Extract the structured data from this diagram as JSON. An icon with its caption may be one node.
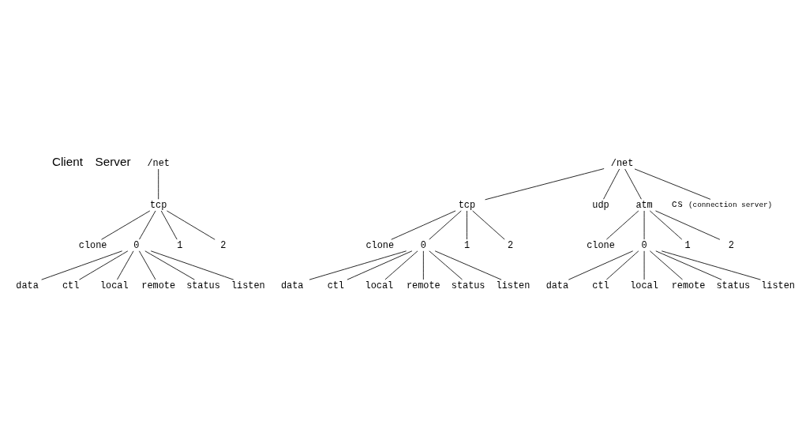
{
  "diagram": {
    "nodes": [
      {
        "text": [
          "/net"
        ]
      },
      {
        "text": [
          "tcp"
        ]
      },
      {
        "text": [
          "clone"
        ]
      },
      {
        "text": [
          "0"
        ]
      },
      {
        "text": [
          "1"
        ]
      },
      {
        "text": [
          "2"
        ]
      },
      {
        "text": [
          "data"
        ]
      },
      {
        "text": [
          "ctl"
        ]
      },
      {
        "text": [
          "local"
        ]
      },
      {
        "text": [
          "remote"
        ]
      },
      {
        "text": [
          "status"
        ]
      },
      {
        "text": [
          "listen"
        ]
      },
      {
        "text": [
          "/net"
        ]
      },
      {
        "text": [
          "tcp"
        ]
      },
      {
        "text": [
          "udp"
        ]
      },
      {
        "text": [
          "atm"
        ]
      },
      {
        "text": [
          "cs"
        ],
        "beside": [
          "(connection server)"
        ]
      },
      {
        "text": [
          "clone"
        ]
      },
      {
        "text": [
          "0"
        ]
      },
      {
        "text": [
          "1"
        ]
      },
      {
        "text": [
          "2"
        ]
      },
      {
        "text": [
          "clone"
        ]
      },
      {
        "text": [
          "0"
        ]
      },
      {
        "text": [
          "1"
        ]
      },
      {
        "text": [
          "2"
        ]
      },
      {
        "text": [
          "data"
        ]
      },
      {
        "text": [
          "ctl"
        ]
      },
      {
        "text": [
          "local"
        ]
      },
      {
        "text": [
          "remote"
        ]
      },
      {
        "text": [
          "status"
        ]
      },
      {
        "text": [
          "listen"
        ]
      },
      {
        "text": [
          "data"
        ]
      },
      {
        "text": [
          "ctl"
        ]
      },
      {
        "text": [
          "local"
        ]
      },
      {
        "text": [
          "remote"
        ]
      },
      {
        "text": [
          "status"
        ]
      },
      {
        "text": [
          "listen"
        ]
      }
    ],
    "edges": [
      {
        "from": 0,
        "to": 1,
        "arrow": "none"
      },
      {
        "from": 1,
        "to": 2,
        "arrow": "none"
      },
      {
        "from": 1,
        "to": 3,
        "arrow": "none"
      },
      {
        "from": 1,
        "to": 4,
        "arrow": "none"
      },
      {
        "from": 1,
        "to": 5,
        "arrow": "none"
      },
      {
        "from": 3,
        "to": 6,
        "arrow": "none"
      },
      {
        "from": 3,
        "to": 7,
        "arrow": "none"
      },
      {
        "from": 3,
        "to": 8,
        "arrow": "none"
      },
      {
        "from": 3,
        "to": 9,
        "arrow": "none"
      },
      {
        "from": 3,
        "to": 10,
        "arrow": "none"
      },
      {
        "from": 3,
        "to": 11,
        "arrow": "none"
      },
      {
        "from": 12,
        "to": 13,
        "arrow": "none"
      },
      {
        "from": 12,
        "to": 14,
        "arrow": "none"
      },
      {
        "from": 12,
        "to": 15,
        "arrow": "none"
      },
      {
        "from": 12,
        "to": 16,
        "arrow": "none"
      },
      {
        "from": 13,
        "to": 17,
        "arrow": "none"
      },
      {
        "from": 13,
        "to": 18,
        "arrow": "none"
      },
      {
        "from": 13,
        "to": 19,
        "arrow": "none"
      },
      {
        "from": 13,
        "to": 20,
        "arrow": "none"
      },
      {
        "from": 15,
        "to": 21,
        "arrow": "none"
      },
      {
        "from": 15,
        "to": 22,
        "arrow": "none"
      },
      {
        "from": 15,
        "to": 23,
        "arrow": "none"
      },
      {
        "from": 15,
        "to": 24,
        "arrow": "none"
      },
      {
        "from": 18,
        "to": 25,
        "arrow": "none"
      },
      {
        "from": 18,
        "to": 26,
        "arrow": "none"
      },
      {
        "from": 18,
        "to": 27,
        "arrow": "none"
      },
      {
        "from": 18,
        "to": 28,
        "arrow": "none"
      },
      {
        "from": 18,
        "to": 29,
        "arrow": "none"
      },
      {
        "from": 18,
        "to": 30,
        "arrow": "none"
      },
      {
        "from": 22,
        "to": 31,
        "arrow": "none"
      },
      {
        "from": 22,
        "to": 32,
        "arrow": "none"
      },
      {
        "from": 22,
        "to": 33,
        "arrow": "none"
      },
      {
        "from": 22,
        "to": 34,
        "arrow": "none"
      },
      {
        "from": 22,
        "to": 35,
        "arrow": "none"
      },
      {
        "from": 22,
        "to": 36,
        "arrow": "none"
      }
    ],
    "labels": [
      "Client",
      "Server"
    ]
  }
}
